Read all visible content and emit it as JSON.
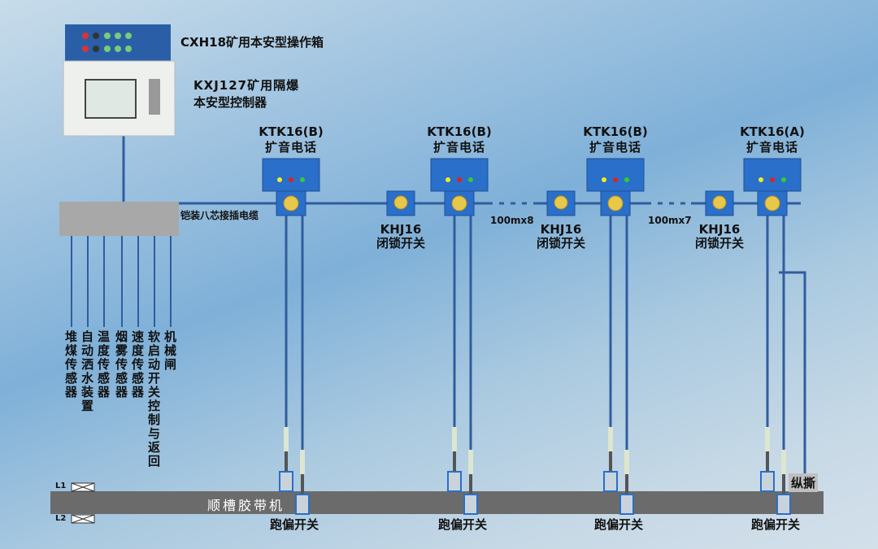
{
  "devices": {
    "operation_box": "CXH18矿用本安型操作箱",
    "controller_line1": "KXJ127矿用隔爆",
    "controller_line2": "本安型控制器",
    "cable": "铠装八芯接插电缆"
  },
  "phones": [
    {
      "model": "KTK16(B)",
      "name": "扩音电话"
    },
    {
      "model": "KTK16(B)",
      "name": "扩音电话"
    },
    {
      "model": "KTK16(B)",
      "name": "扩音电话"
    },
    {
      "model": "KTK16(A)",
      "name": "扩音电话"
    }
  ],
  "lock_switches": [
    {
      "model": "KHJ16",
      "name": "闭锁开关"
    },
    {
      "model": "KHJ16",
      "name": "闭锁开关"
    },
    {
      "model": "KHJ16",
      "name": "闭锁开关"
    }
  ],
  "spans": [
    "100mx8",
    "100mx7"
  ],
  "sensors": [
    "堆煤传感器",
    "自动洒水装置",
    "温度传感器",
    "烟雾传感器",
    "速度传感器",
    "软启动开关控制与返回",
    "机械闸"
  ],
  "belt": {
    "name": "顺槽胶带机",
    "tear": "纵撕",
    "l1": "L1",
    "l2": "L2"
  },
  "deviation_switches": [
    "跑偏开关",
    "跑偏开关",
    "跑偏开关",
    "跑偏开关"
  ],
  "colors": {
    "cable": "#2f5da0",
    "device": "#2a6fc9",
    "belt": "#6b6b6b"
  }
}
